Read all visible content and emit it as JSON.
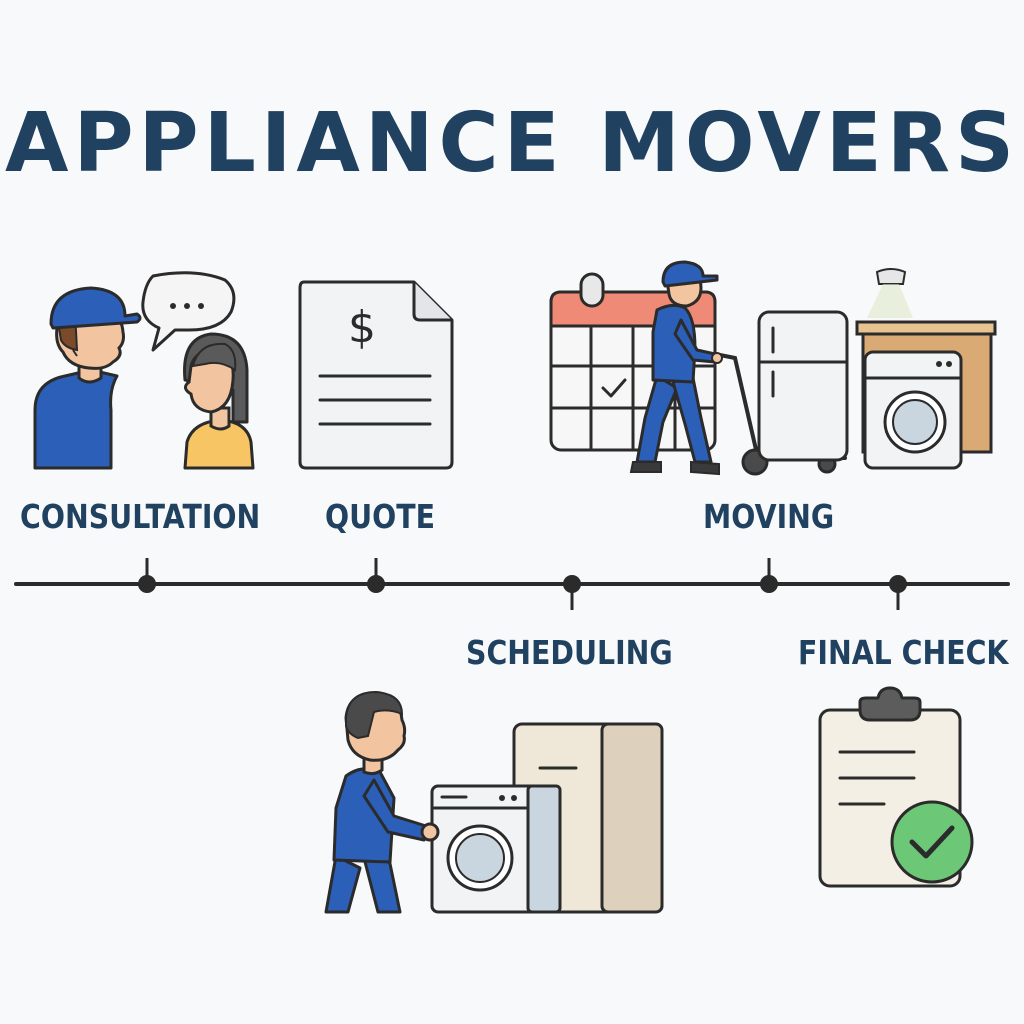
{
  "title": "APPLIANCE MOVERS",
  "steps": [
    {
      "id": "consultation",
      "label": "CONSULTATION",
      "label_position": "above"
    },
    {
      "id": "quote",
      "label": "QUOTE",
      "label_position": "above"
    },
    {
      "id": "scheduling",
      "label": "SCHEDULING",
      "label_position": "below"
    },
    {
      "id": "moving",
      "label": "MOVING",
      "label_position": "above"
    },
    {
      "id": "final-check",
      "label": "FINAL CHECK",
      "label_position": "below"
    }
  ],
  "icons": {
    "consultation": [
      "mover-icon",
      "speech-bubble-icon",
      "customer-icon"
    ],
    "quote": [
      "dollar-document-icon"
    ],
    "moving": [
      "calendar-icon",
      "mover-with-dolly-icon",
      "refrigerator-icon",
      "washing-machine-icon"
    ],
    "scheduling": [
      "mover-pushing-appliances-icon",
      "washing-machine-icon",
      "refrigerator-icon"
    ],
    "final_check": [
      "clipboard-icon",
      "checkmark-icon"
    ]
  },
  "colors": {
    "background": "#f7f9fa",
    "title": "#20415f",
    "outline": "#2b2b2b",
    "uniform_blue": "#2b5fb8",
    "calendar_header": "#ee8a75",
    "check_green": "#6cc776",
    "cabinet_tan": "#d9aa74"
  }
}
